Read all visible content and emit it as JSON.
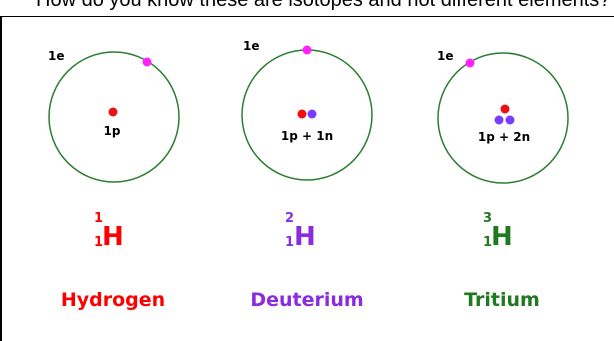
{
  "caption": "How do you know these are isotopes and not different elements?",
  "colors": {
    "orbit": "#2e7d32",
    "electron": "#ff22ff",
    "proton": "#ee1111",
    "neutron": "#7a3cff",
    "hydrogen": "#ff0000",
    "deuterium": "#8a2be2",
    "tritium": "#1f7a1f"
  },
  "atoms": [
    {
      "electron_label": "1e",
      "nucleus_label": "1p",
      "mass_number": "1",
      "atomic_number": "1",
      "symbol": "H",
      "name": "Hydrogen"
    },
    {
      "electron_label": "1e",
      "nucleus_label": "1p + 1n",
      "mass_number": "2",
      "atomic_number": "1",
      "symbol": "H",
      "name": "Deuterium"
    },
    {
      "electron_label": "1e",
      "nucleus_label": "1p + 2n",
      "mass_number": "3",
      "atomic_number": "1",
      "symbol": "H",
      "name": "Tritium"
    }
  ]
}
